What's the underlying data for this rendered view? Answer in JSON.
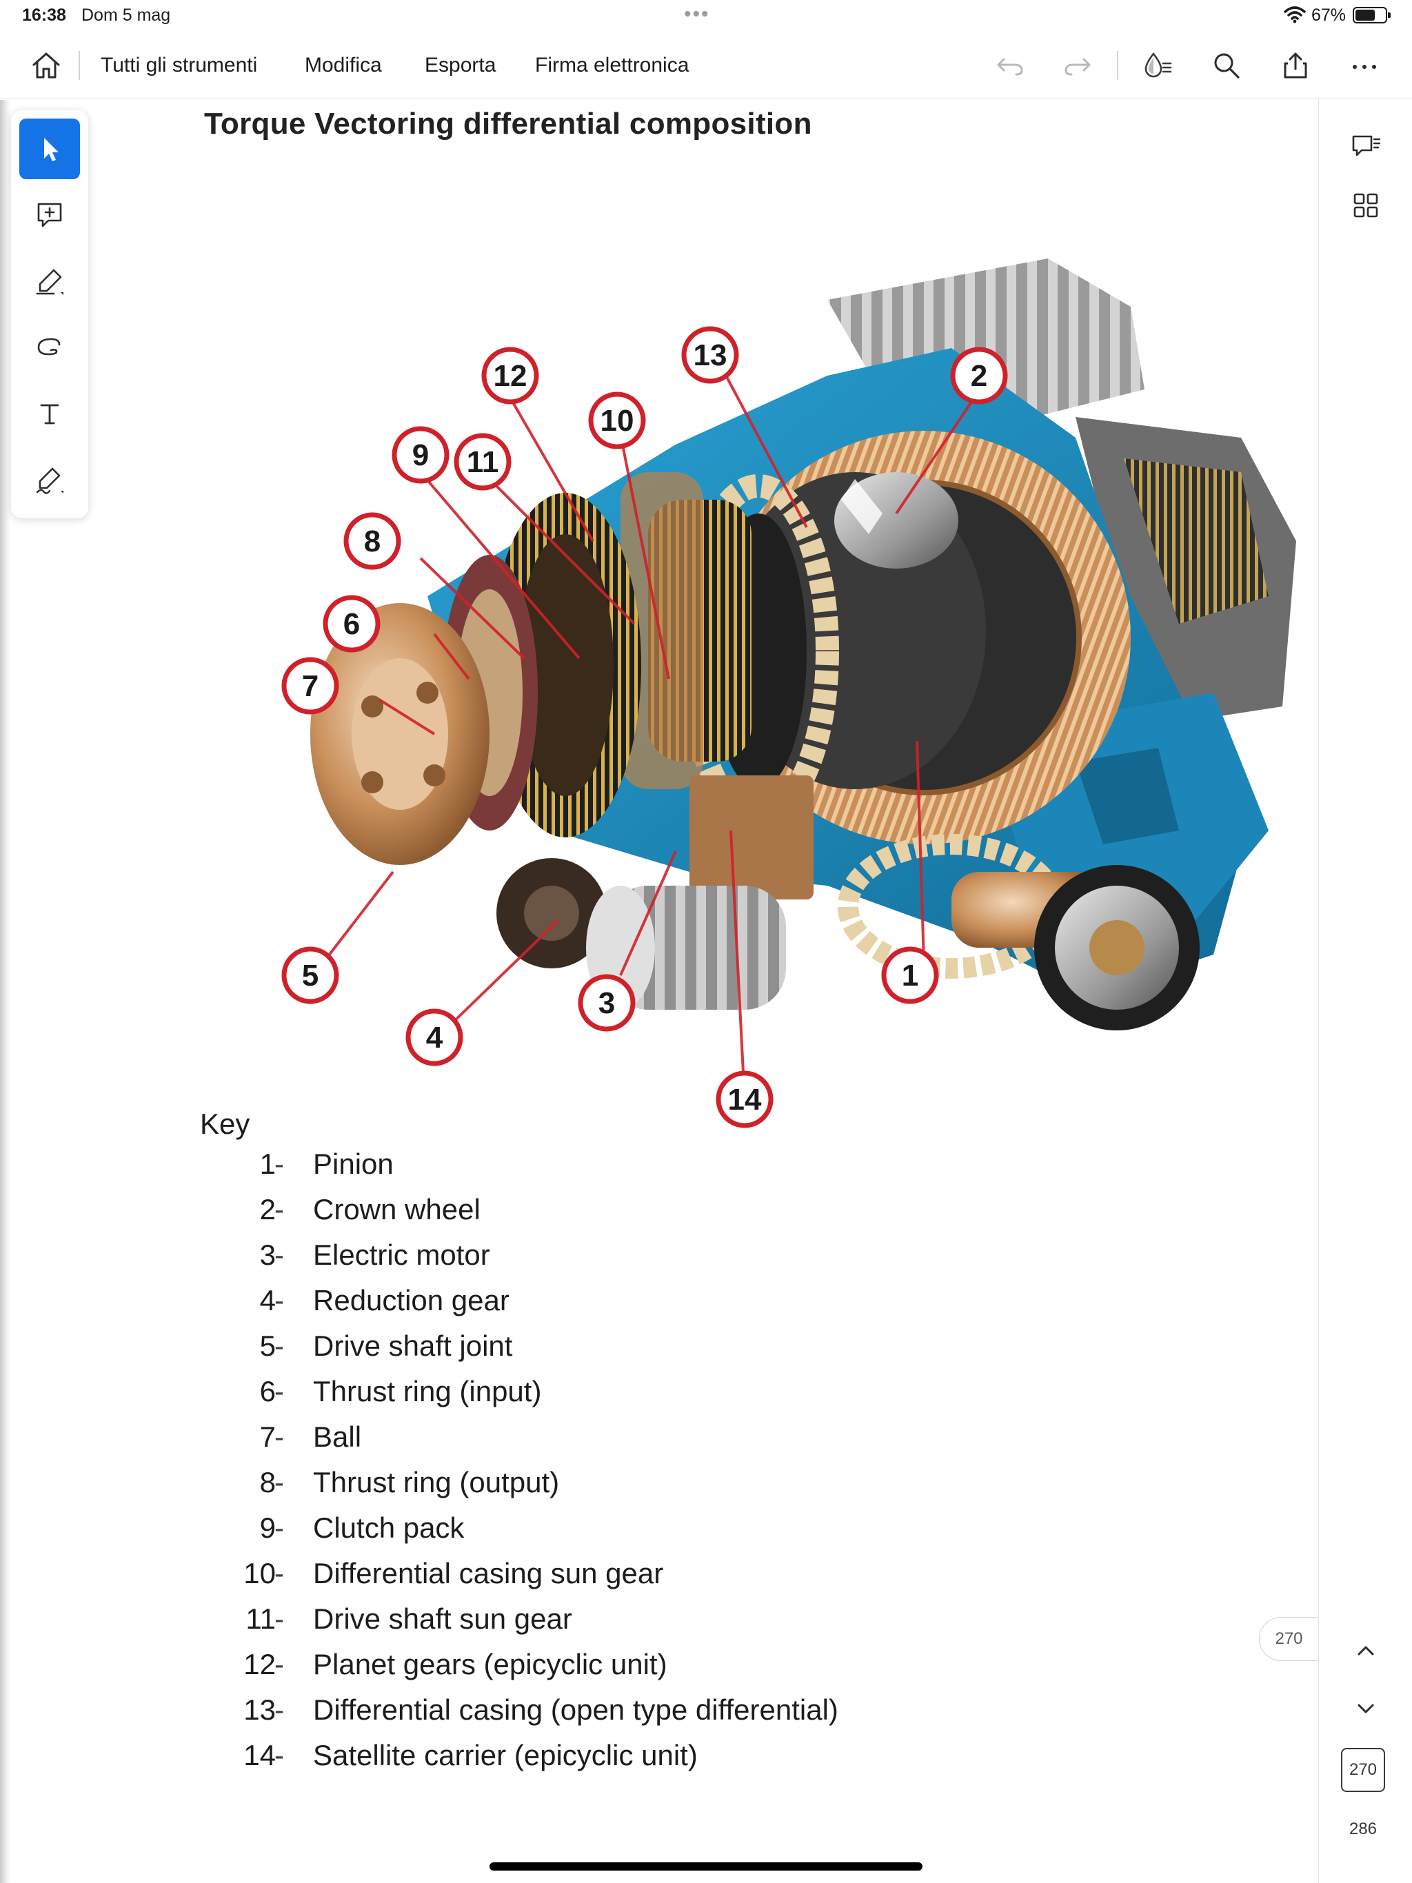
{
  "status_bar": {
    "time": "16:38",
    "date": "Dom 5 mag",
    "battery": "67%",
    "battery_level": 0.67
  },
  "toolbar": {
    "menu_items": [
      "Tutti gli strumenti",
      "Modifica",
      "Esporta",
      "Firma elettronica"
    ]
  },
  "left_tools": [
    {
      "icon": "select-arrow-icon",
      "active": true
    },
    {
      "icon": "add-comment-icon",
      "active": false
    },
    {
      "icon": "highlighter-icon",
      "active": false
    },
    {
      "icon": "freehand-icon",
      "active": false
    },
    {
      "icon": "text-icon",
      "active": false
    },
    {
      "icon": "sign-icon",
      "active": false
    }
  ],
  "document": {
    "title": "Torque Vectoring differential composition",
    "key_heading": "Key",
    "key": [
      {
        "num": "1",
        "label": "Pinion"
      },
      {
        "num": "2",
        "label": "Crown wheel"
      },
      {
        "num": "3",
        "label": "Electric motor"
      },
      {
        "num": "4",
        "label": "Reduction gear"
      },
      {
        "num": "5",
        "label": "Drive shaft joint"
      },
      {
        "num": "6",
        "label": "Thrust ring (input)"
      },
      {
        "num": "7",
        "label": "Ball"
      },
      {
        "num": "8",
        "label": "Thrust ring (output)"
      },
      {
        "num": "9",
        "label": "Clutch pack"
      },
      {
        "num": "10",
        "label": "Differential casing sun gear"
      },
      {
        "num": "11",
        "label": "Drive shaft sun gear"
      },
      {
        "num": "12",
        "label": "Planet gears (epicyclic unit)"
      },
      {
        "num": "13",
        "label": "Differential casing (open type differential)"
      },
      {
        "num": "14",
        "label": "Satellite carrier (epicyclic unit)"
      }
    ],
    "callouts": [
      "1",
      "2",
      "3",
      "4",
      "5",
      "6",
      "7",
      "8",
      "9",
      "10",
      "11",
      "12",
      "13",
      "14"
    ]
  },
  "pagination": {
    "current_page_pill": "270",
    "current_page": "270",
    "total_pages": "286"
  },
  "colors": {
    "accent": "#1473e6",
    "callout_red": "#d0212a",
    "housing_blue": "#1e8fc2",
    "gear_bronze": "#c98f5a"
  }
}
